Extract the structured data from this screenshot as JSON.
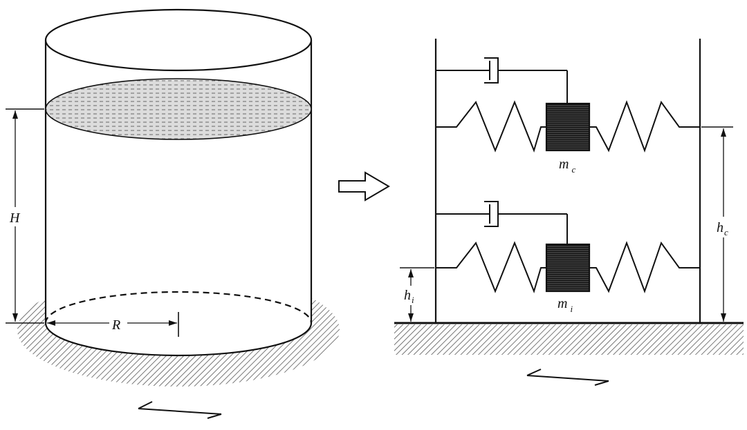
{
  "tank": {
    "label_height": "H",
    "label_radius": "R"
  },
  "model": {
    "label_convective_mass": "m",
    "label_convective_mass_sub": "c",
    "label_impulsive_mass": "m",
    "label_impulsive_mass_sub": "i",
    "label_convective_height": "h",
    "label_convective_height_sub": "c",
    "label_impulsive_height": "h",
    "label_impulsive_height_sub": "i"
  },
  "colors": {
    "line": "#111111",
    "mass_fill": "#2a2a2a",
    "liquid_fill": "#d9d9d9",
    "ground_hatch": "#555555"
  }
}
